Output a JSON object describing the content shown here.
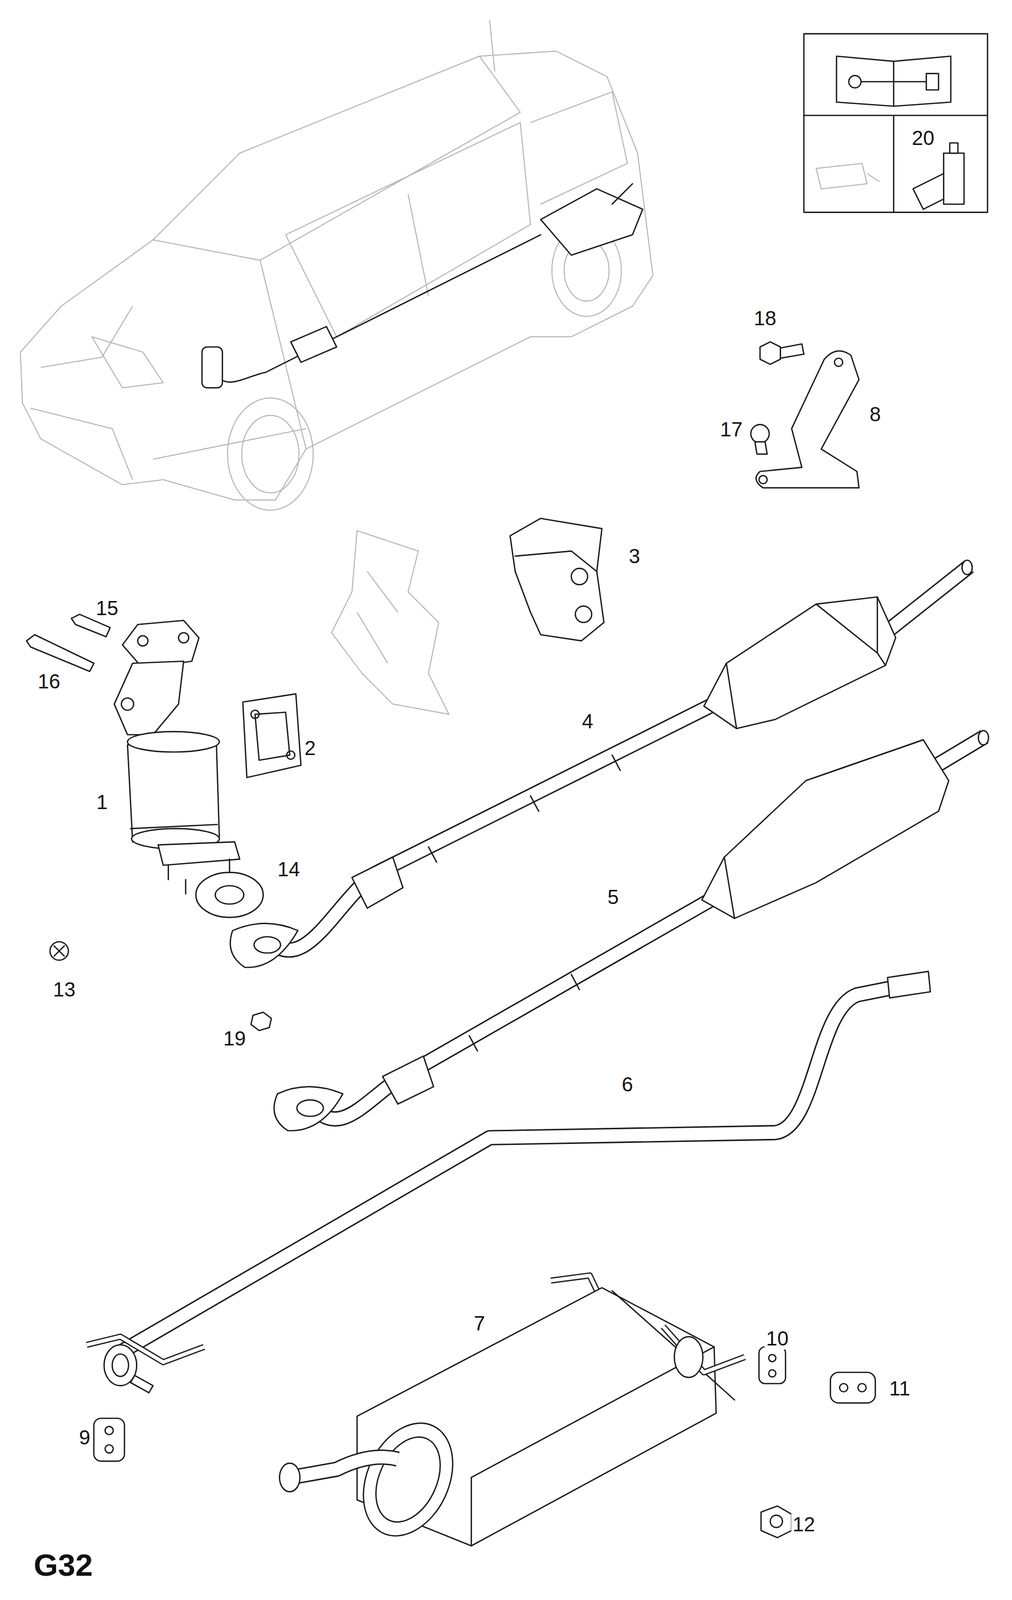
{
  "diagram": {
    "labels": [
      "20",
      "18",
      "8",
      "17",
      "3",
      "15",
      "16",
      "2",
      "4",
      "1",
      "14",
      "5",
      "13",
      "19",
      "6",
      "10",
      "7",
      "11",
      "9",
      "12",
      "G32"
    ]
  }
}
